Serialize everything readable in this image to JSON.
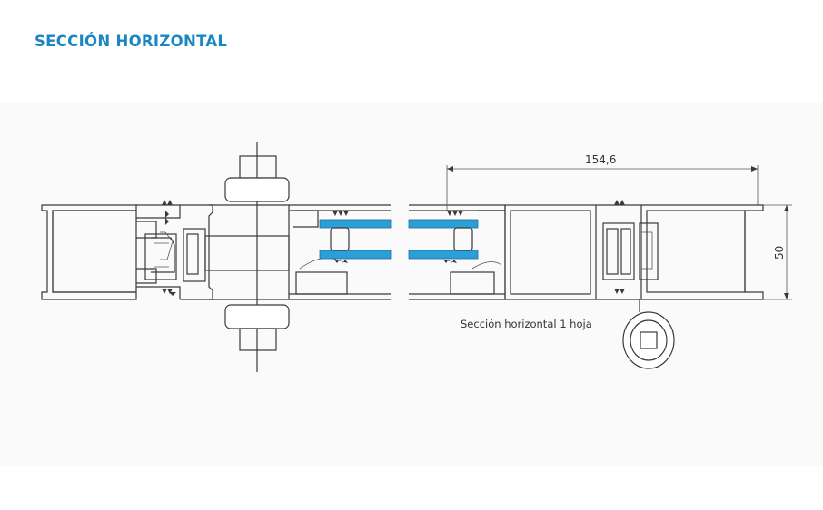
{
  "header": {
    "title": "SECCIÓN HORIZONTAL"
  },
  "drawing": {
    "caption": "Sección horizontal 1 hoja",
    "dimension_width": "154,6",
    "dimension_height": "50"
  },
  "colors": {
    "title": "#1a86c2",
    "glass": "#2b9fd8",
    "line": "#3a3a3a"
  }
}
